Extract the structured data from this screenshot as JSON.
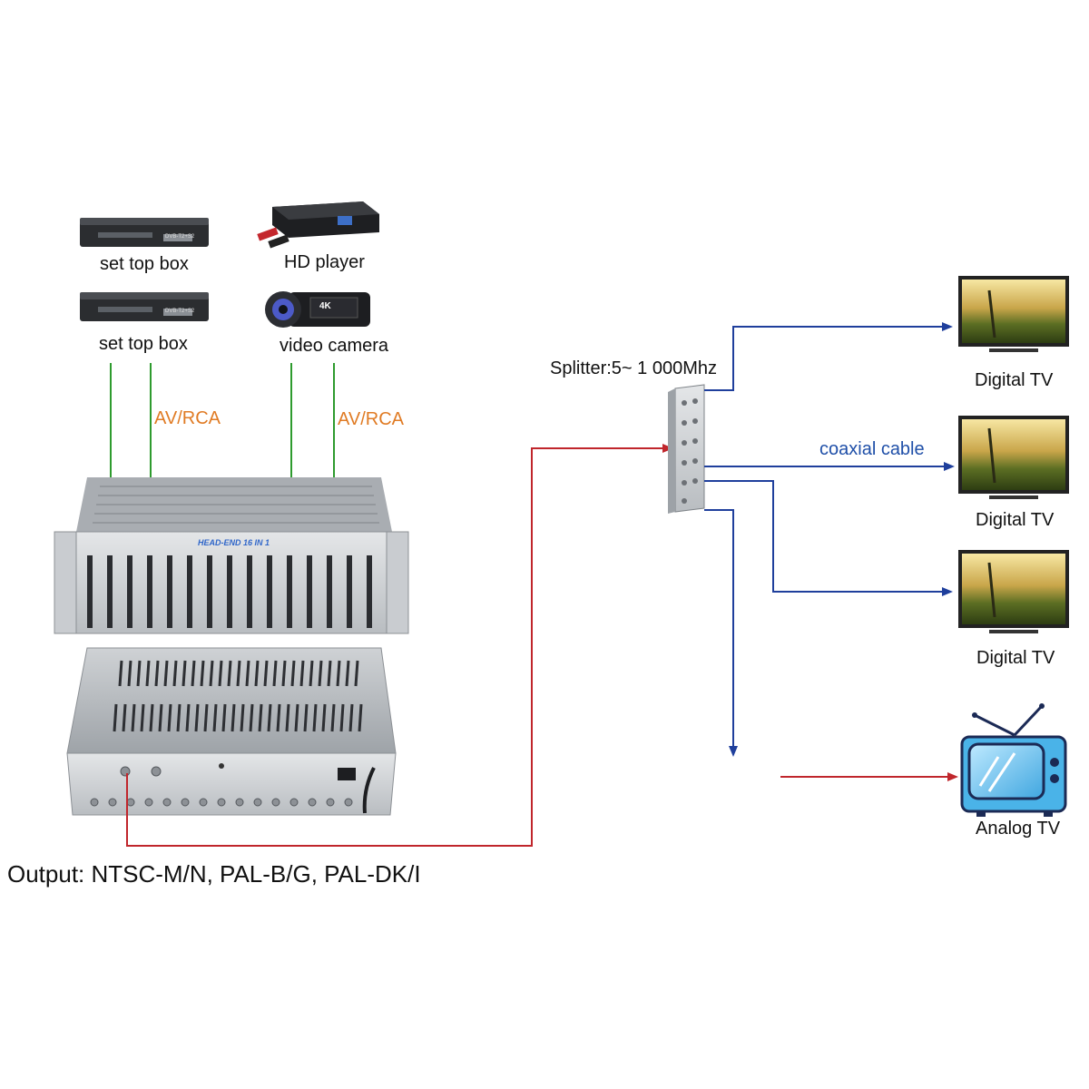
{
  "devices": {
    "stb1_label": "set top box",
    "stb2_label": "set top box",
    "hd_player_label": "HD player",
    "video_camera_label": "video camera",
    "stb_brand_text": "DVB-T2+S2",
    "camera_badge": "4K"
  },
  "connections": {
    "avrca_left": "AV/RCA",
    "avrca_right": "AV/RCA",
    "splitter_label": "Splitter:5~ 1 000Mhz",
    "coaxial_label": "coaxial cable"
  },
  "headend": {
    "front_text": "HEAD-END 16 IN 1",
    "output_label": "Output: NTSC-M/N, PAL-B/G, PAL-DK/I"
  },
  "tvs": [
    {
      "label": "Digital TV"
    },
    {
      "label": "Digital TV"
    },
    {
      "label": "Digital TV"
    },
    {
      "label": "Analog TV"
    }
  ],
  "colors": {
    "green_arrow": "#2e9b2e",
    "red_line": "#c0262c",
    "blue_line": "#1f3f9c",
    "orange_text": "#e07b24"
  }
}
